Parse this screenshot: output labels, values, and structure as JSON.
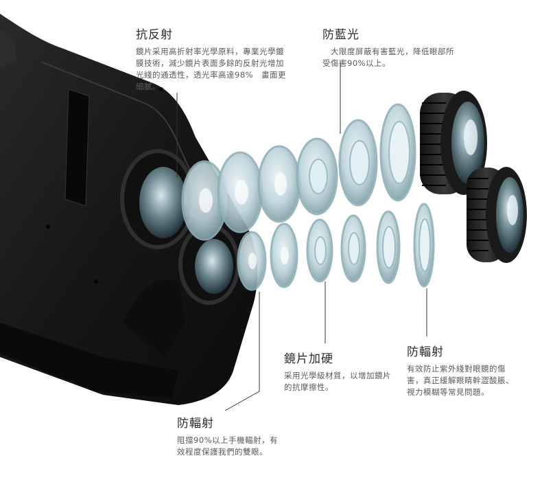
{
  "callouts": {
    "anti_reflection": {
      "title": "抗反射",
      "desc": "鏡片采用高折射率光學原料，專業光學鍍膜技術，減少鏡片表面多餘的反射光增加光綫的通透性，透光率高達98%　畫面更細膩。"
    },
    "anti_blue_light": {
      "title": "防藍光",
      "desc": "　大限度屏蔽有害藍光，降低眼部所受傷害90%以上。"
    },
    "hardened_lens": {
      "title": "鏡片加硬",
      "desc": "采用光學級材質，以增加鏡片的抗摩擦性。"
    },
    "anti_radiation_right": {
      "title": "防輻射",
      "desc": "有效防止紫外綫對眼鏡的傷害，真正緩解眼睛幹澀酸脹、視力模糊等常見問題。"
    },
    "anti_radiation_left": {
      "title": "防輻射",
      "desc": "阻擋90%以上手機輻射，有效程度保護我們的雙眼。"
    }
  },
  "colors": {
    "headset_body": "#1b1b1b",
    "lens_glass": "#bcd3d9",
    "lens_edge": "#8fb0b8",
    "eyepiece_rubber": "#222222",
    "leader_line": "#333333"
  }
}
